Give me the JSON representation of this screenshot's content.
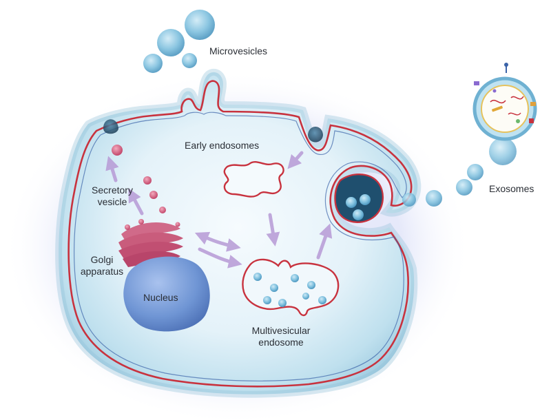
{
  "labels": {
    "microvesicles": "Microvesicles",
    "early_endosomes": "Early endosomes",
    "secretory_vesicle_line1": "Secretory",
    "secretory_vesicle_line2": "vesicle",
    "golgi_line1": "Golgi",
    "golgi_line2": "apparatus",
    "nucleus": "Nucleus",
    "mve_line1": "Multivesicular",
    "mve_line2": "endosome",
    "exosomes": "Exosomes"
  },
  "colors": {
    "membrane_red": "#c8323e",
    "cytoplasm_light": "#eaf6fb",
    "cytoplasm_edge": "#a9d3e6",
    "vesicle_blue": "#5aa9cf",
    "nucleus_blue": "#6f95d4",
    "golgi_pink": "#c95c7c",
    "arrow_purple": "#b79ad6"
  }
}
